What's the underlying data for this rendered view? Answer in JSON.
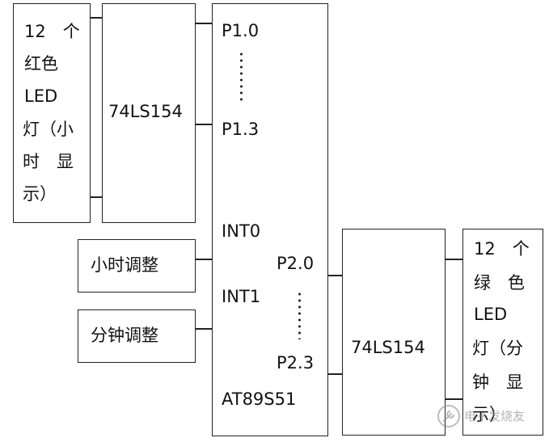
{
  "red_led": {
    "lines": [
      "12　个",
      "红色",
      "LED",
      "灯（小",
      "时　显",
      "示）"
    ]
  },
  "decoder_top": {
    "label": "74LS154"
  },
  "mcu": {
    "name": "AT89S51",
    "pins": {
      "p10": "P1.0",
      "p13": "P1.3",
      "int0": "INT0",
      "int1": "INT1",
      "p20": "P2.0",
      "p23": "P2.3"
    }
  },
  "hour_adjust": {
    "label": "小时调整"
  },
  "minute_adjust": {
    "label": "分钟调整"
  },
  "decoder_bottom": {
    "label": "74LS154"
  },
  "green_led": {
    "lines": [
      "12　个",
      "绿　色",
      "LED",
      "灯（分",
      "钟　显",
      "示）"
    ]
  },
  "watermark": {
    "text": "电子发烧友",
    "icon": "wrench-logo-icon"
  }
}
